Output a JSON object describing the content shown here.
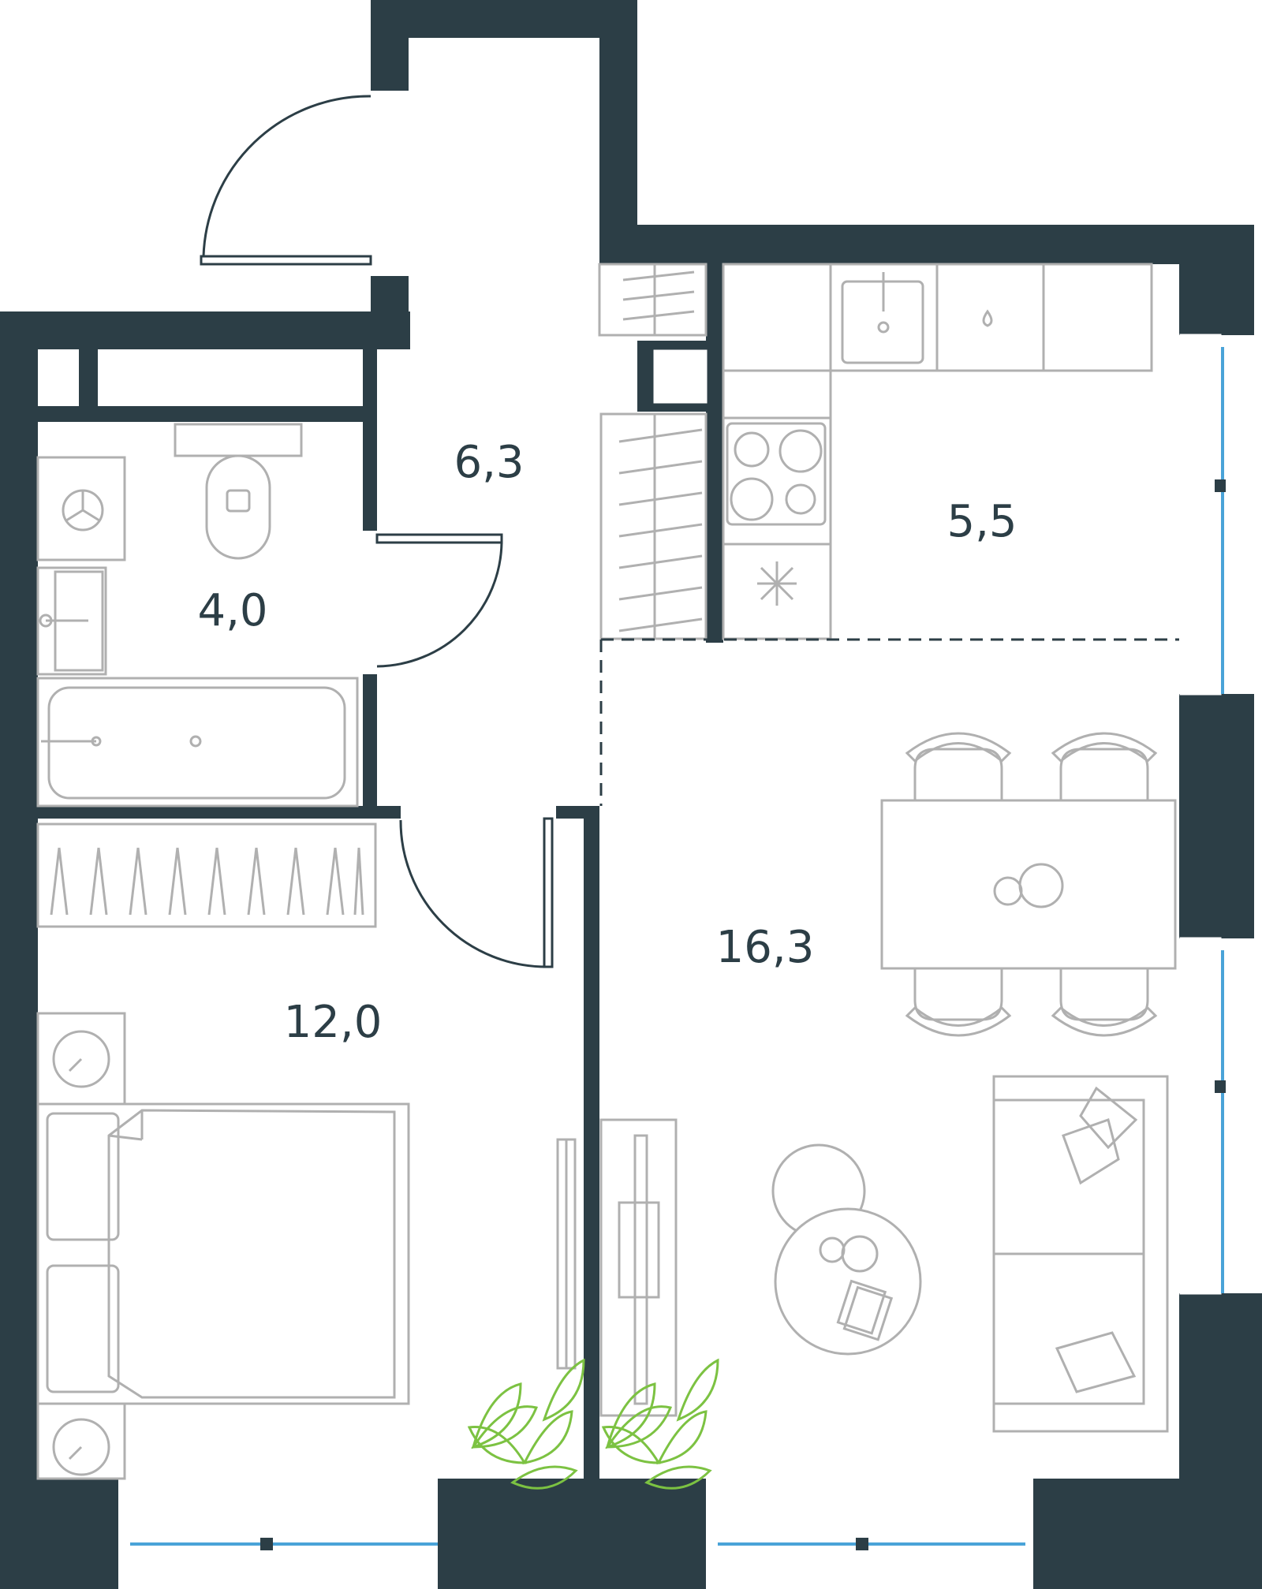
{
  "plan": {
    "rooms": [
      {
        "id": "hallway",
        "area": "6,3"
      },
      {
        "id": "bathroom",
        "area": "4,0"
      },
      {
        "id": "kitchen",
        "area": "5,5"
      },
      {
        "id": "bedroom",
        "area": "12,0"
      },
      {
        "id": "living",
        "area": "16,3"
      }
    ],
    "colors": {
      "wall": "#2c3e46",
      "furniture": "#b0b0b0",
      "window": "#4aa3d8",
      "plant": "#7cc242"
    }
  }
}
